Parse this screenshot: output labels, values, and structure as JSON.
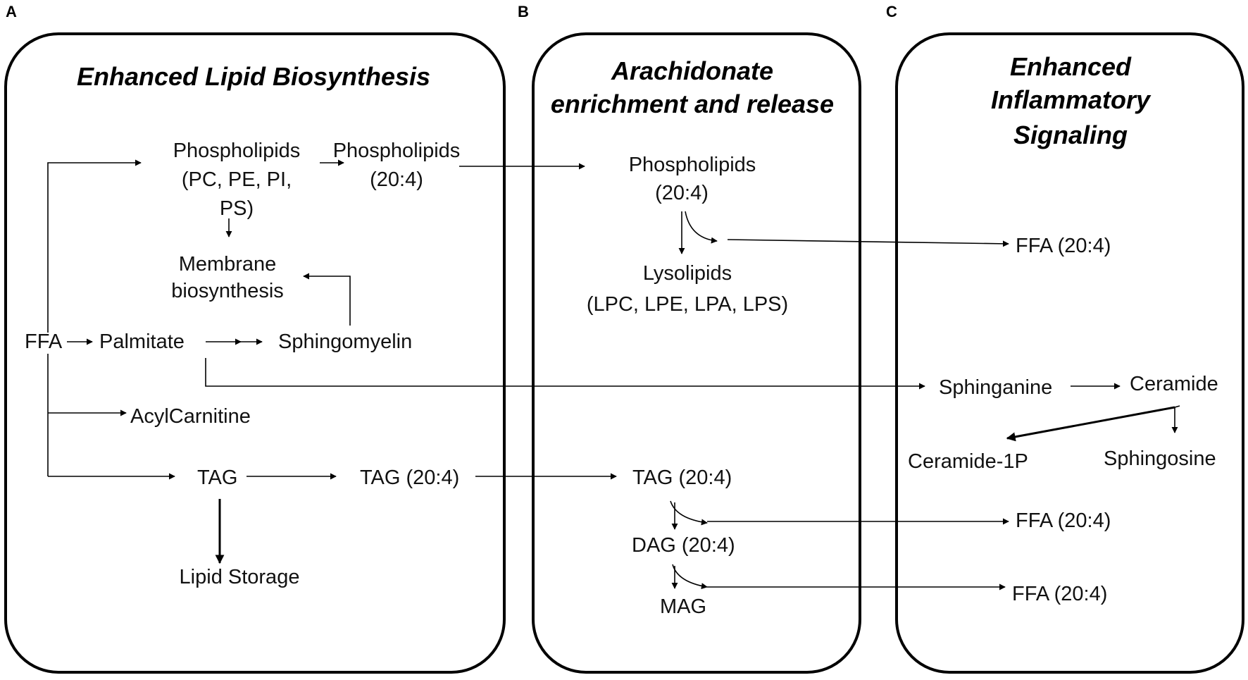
{
  "panels": [
    {
      "letter": "A",
      "title_lines": [
        "Enhanced Lipid Biosynthesis"
      ]
    },
    {
      "letter": "B",
      "title_lines": [
        "Arachidonate",
        "enrichment and release"
      ]
    },
    {
      "letter": "C",
      "title_lines": [
        "Enhanced",
        "Inflammatory",
        "Signaling"
      ]
    }
  ],
  "nodes": {
    "phospholipids_a": [
      "Phospholipids",
      "(PC, PE, PI,",
      "PS)"
    ],
    "phospholipids_204_a": [
      "Phospholipids",
      "(20:4)"
    ],
    "membrane_biosynthesis": [
      "Membrane",
      "biosynthesis"
    ],
    "ffa": "FFA",
    "palmitate": "Palmitate",
    "sphingomyelin": "Sphingomyelin",
    "acylcarnitine": "AcylCarnitine",
    "tag": "TAG",
    "tag_204_a": "TAG (20:4)",
    "lipid_storage": "Lipid Storage",
    "phospholipids_204_b": [
      "Phospholipids",
      "(20:4)"
    ],
    "lysolipids": [
      "Lysolipids",
      "(LPC, LPE, LPA, LPS)"
    ],
    "tag_204_b": "TAG (20:4)",
    "dag_204": "DAG (20:4)",
    "mag": "MAG",
    "ffa_204_1": "FFA (20:4)",
    "sphinganine": "Sphinganine",
    "ceramide": "Ceramide",
    "ceramide_1p": "Ceramide-1P",
    "sphingosine": "Sphingosine",
    "ffa_204_2": "FFA (20:4)",
    "ffa_204_3": "FFA (20:4)"
  }
}
